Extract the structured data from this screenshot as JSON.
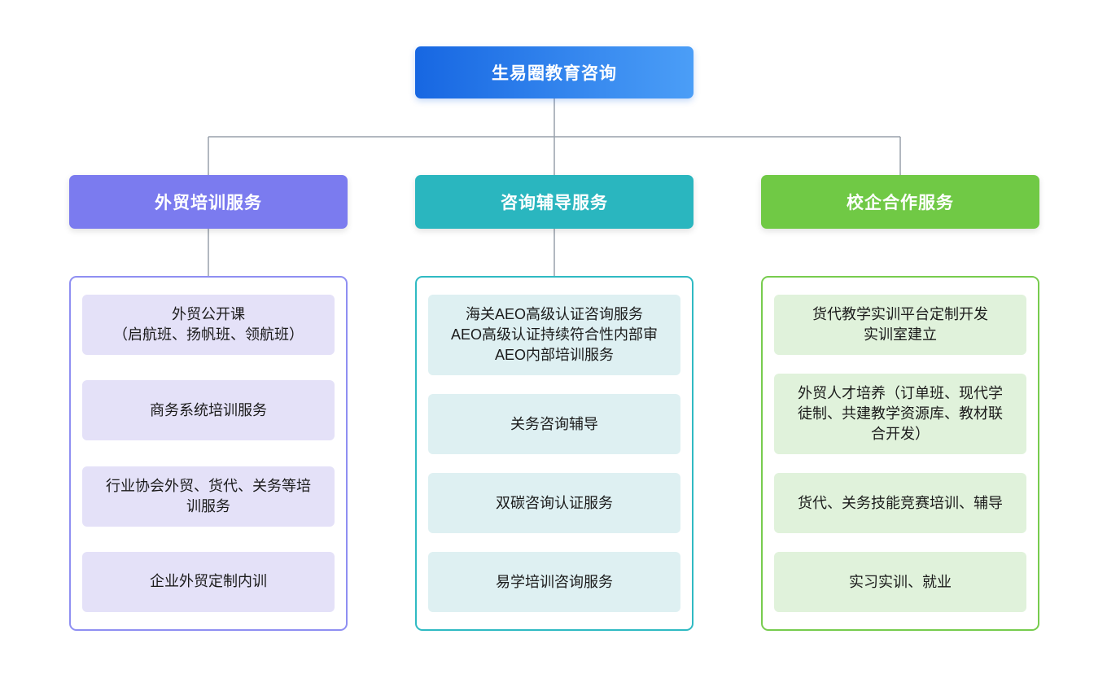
{
  "root": {
    "label": "生易圈教育咨询"
  },
  "branches": [
    {
      "label": "外贸培训服务",
      "items": [
        "外贸公开课\n（启航班、扬帆班、领航班）",
        "商务系统培训服务",
        "行业协会外贸、货代、关务等培\n训服务",
        "企业外贸定制内训"
      ]
    },
    {
      "label": "咨询辅导服务",
      "items": [
        "海关AEO高级认证咨询服务\nAEO高级认证持续符合性内部审\nAEO内部培训服务",
        "关务咨询辅导",
        "双碳咨询认证服务",
        "易学培训咨询服务"
      ]
    },
    {
      "label": "校企合作服务",
      "items": [
        "货代教学实训平台定制开发\n实训室建立",
        "外贸人才培养（订单班、现代学\n徒制、共建教学资源库、教材联\n合开发）",
        "货代、关务技能竞赛培训、辅导",
        "实习实训、就业"
      ]
    }
  ],
  "colors": {
    "root-from": "#1767e2",
    "root-to": "#4b9ef7",
    "branch1": "#7b7bef",
    "branch2": "#2ab6bf",
    "branch3": "#70c945",
    "branch1-border": "#8f8ff2",
    "branch2-border": "#2fbac3",
    "branch3-border": "#77cc4e",
    "branch1-item-bg": "#e4e1f8",
    "branch2-item-bg": "#def0f2",
    "branch3-item-bg": "#e0f2db",
    "line": "#98a0ab",
    "text": "#1b1b1b"
  }
}
